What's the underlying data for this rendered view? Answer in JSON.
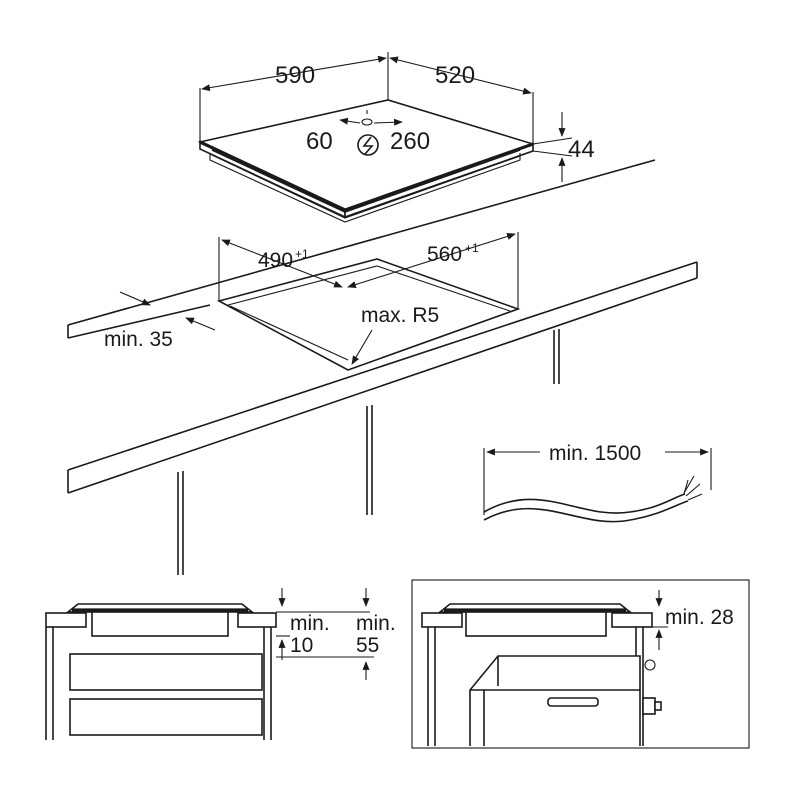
{
  "dimensions": {
    "hob_width": "590",
    "hob_depth": "520",
    "hob_height": "44",
    "cable_offset_left": "60",
    "cable_offset_right": "260",
    "cutout_width": "490",
    "cutout_width_tol": "+1",
    "cutout_depth": "560",
    "cutout_depth_tol": "+1",
    "corner_radius": "max. R5",
    "min_front_distance": "min. 35",
    "min_cable_length": "min. 1500",
    "left_detail_label_1a": "min.",
    "left_detail_label_1b": "10",
    "left_detail_label_2a": "min.",
    "left_detail_label_2b": "55",
    "right_detail_label": "min. 28"
  },
  "colors": {
    "line": "#1a1a1a",
    "background": "#ffffff"
  },
  "icons": {
    "power_symbol": "electric-connection-icon"
  }
}
